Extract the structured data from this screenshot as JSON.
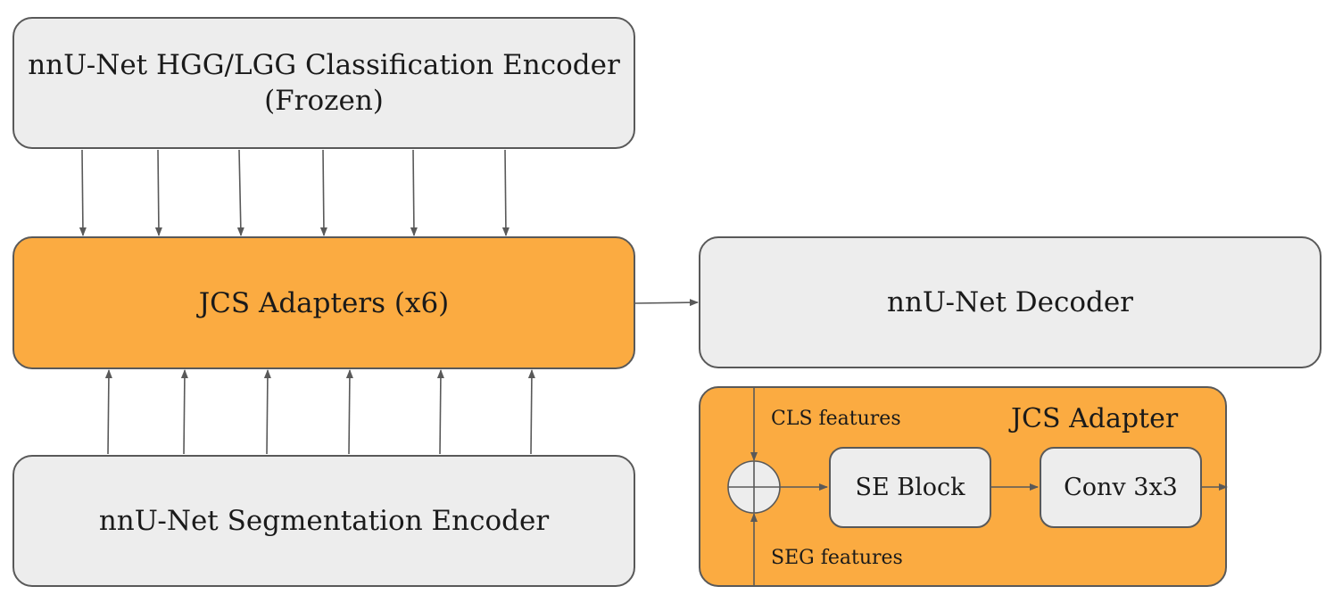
{
  "classification_encoder": {
    "line1": "nnU-Net HGG/LGG Classification Encoder",
    "line2": "(Frozen)"
  },
  "adapters": {
    "label": "JCS Adapters (x6)"
  },
  "decoder": {
    "label": "nnU-Net Decoder"
  },
  "segmentation_encoder": {
    "label": "nnU-Net Segmentation Encoder"
  },
  "adapter_detail": {
    "title": "JCS Adapter",
    "cls_features": "CLS features",
    "seg_features": "SEG features",
    "se_block": "SE Block",
    "conv": "Conv 3x3"
  },
  "colors": {
    "box_gray": "#ededed",
    "box_orange": "#fbab41",
    "border": "#595959",
    "arrow": "#595959"
  }
}
